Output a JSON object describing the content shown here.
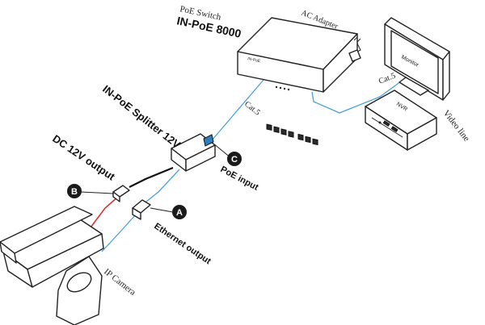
{
  "labels": {
    "poe_switch": "PoE Switch",
    "switch_model": "IN-PoE 8000",
    "ac_adapter": "AC Adapter",
    "monitor": "Monitor",
    "nvr": "NVR",
    "cat5_top": "Cat.5",
    "cat5_mid": "Cat.5",
    "video_line": "Video line",
    "splitter": "IN-PoE Splitter 12V",
    "dc_output": "DC 12V output",
    "poe_input": "PoE input",
    "ethernet_output": "Ethernet output",
    "ip_camera": "IP Camera"
  },
  "markers": {
    "a": "A",
    "b": "B",
    "c": "C"
  },
  "colors": {
    "cat5_cable": "#4aa3d8",
    "dc_cable": "#d9342b",
    "outline": "#222222",
    "marker_fill": "#1a1a1a"
  }
}
